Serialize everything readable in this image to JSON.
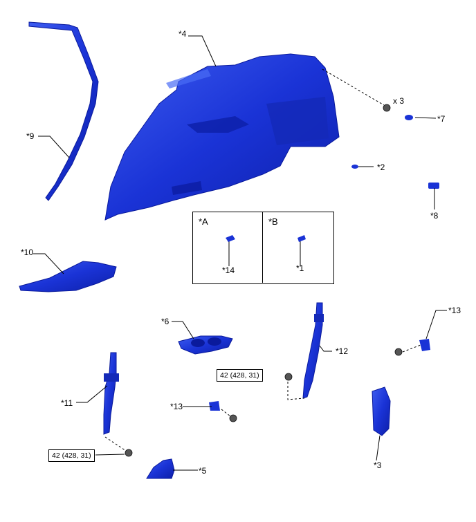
{
  "callouts": {
    "c1": "*1",
    "c2": "*2",
    "c3": "*3",
    "c4": "*4",
    "c5": "*5",
    "c6": "*6",
    "c7": "*7",
    "c8": "*8",
    "c9": "*9",
    "c10": "*10",
    "c11": "*11",
    "c12": "*12",
    "c13a": "*13",
    "c13b": "*13",
    "c14": "*14"
  },
  "quantity": "x 3",
  "torque_a": "42 (428, 31)",
  "torque_b": "42 (428, 31)",
  "inset": {
    "a": "*A",
    "b": "*B"
  },
  "colors": {
    "part_fill": "#1a33d6",
    "part_dark": "#0a1a9c",
    "part_light": "#4a6cf5",
    "line": "#000000"
  }
}
